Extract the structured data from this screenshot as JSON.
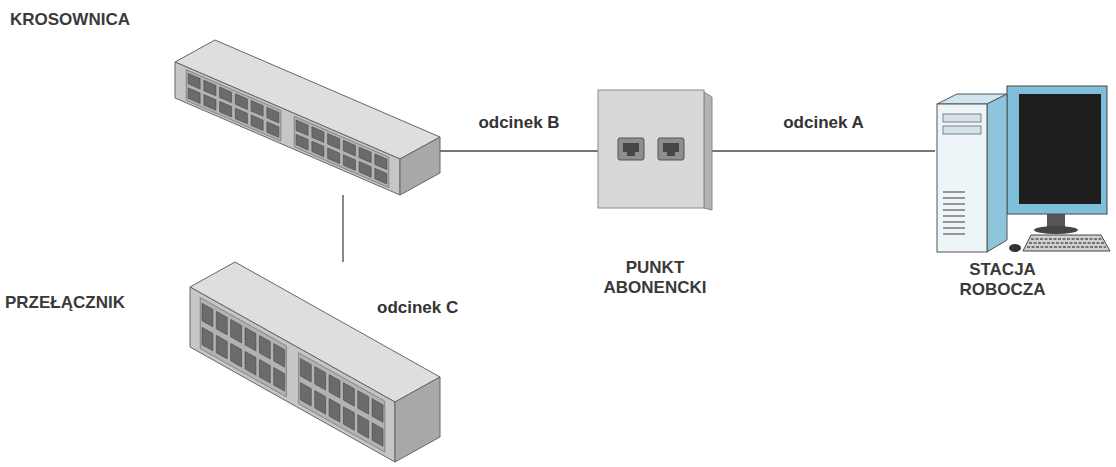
{
  "diagram": {
    "nodes": [
      {
        "text": [
          "KROSOWNICA"
        ]
      },
      {
        "text": [
          "PUNKT ABONENCKI"
        ]
      },
      {
        "text": [
          "STACJA ROBOCZA"
        ]
      },
      {
        "text": [
          "PRZEŁĄCZNIK"
        ]
      }
    ],
    "edges": [
      {
        "from": 0,
        "to": 1,
        "label": "odcinek B",
        "arrow": "none"
      },
      {
        "from": 1,
        "to": 2,
        "label": "odcinek A",
        "arrow": "none"
      },
      {
        "from": 0,
        "to": 3,
        "label": "odcinek C",
        "arrow": "none"
      }
    ]
  }
}
